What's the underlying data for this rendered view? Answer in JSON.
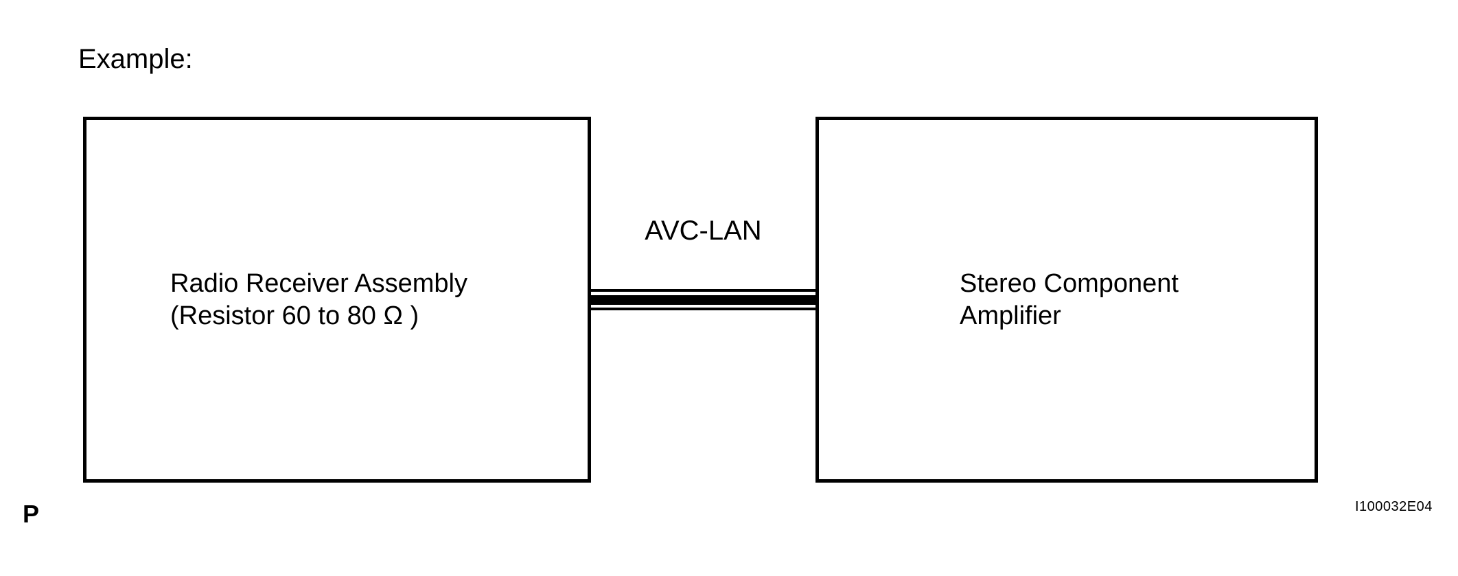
{
  "diagram": {
    "heading": "Example:",
    "nodes": [
      {
        "id": "radio-receiver-assembly",
        "lines": [
          "Radio Receiver Assembly",
          "(Resistor 60 to 80 Ω )"
        ]
      },
      {
        "id": "stereo-component-amplifier",
        "lines": [
          "Stereo Component",
          "Amplifier"
        ]
      }
    ],
    "connection": {
      "label": "AVC-LAN",
      "style": "triple-stripe-bus"
    },
    "footer": {
      "page_marker": "P",
      "figure_code": "I100032E04"
    },
    "colors": {
      "ink": "#000000",
      "background": "#ffffff"
    }
  }
}
